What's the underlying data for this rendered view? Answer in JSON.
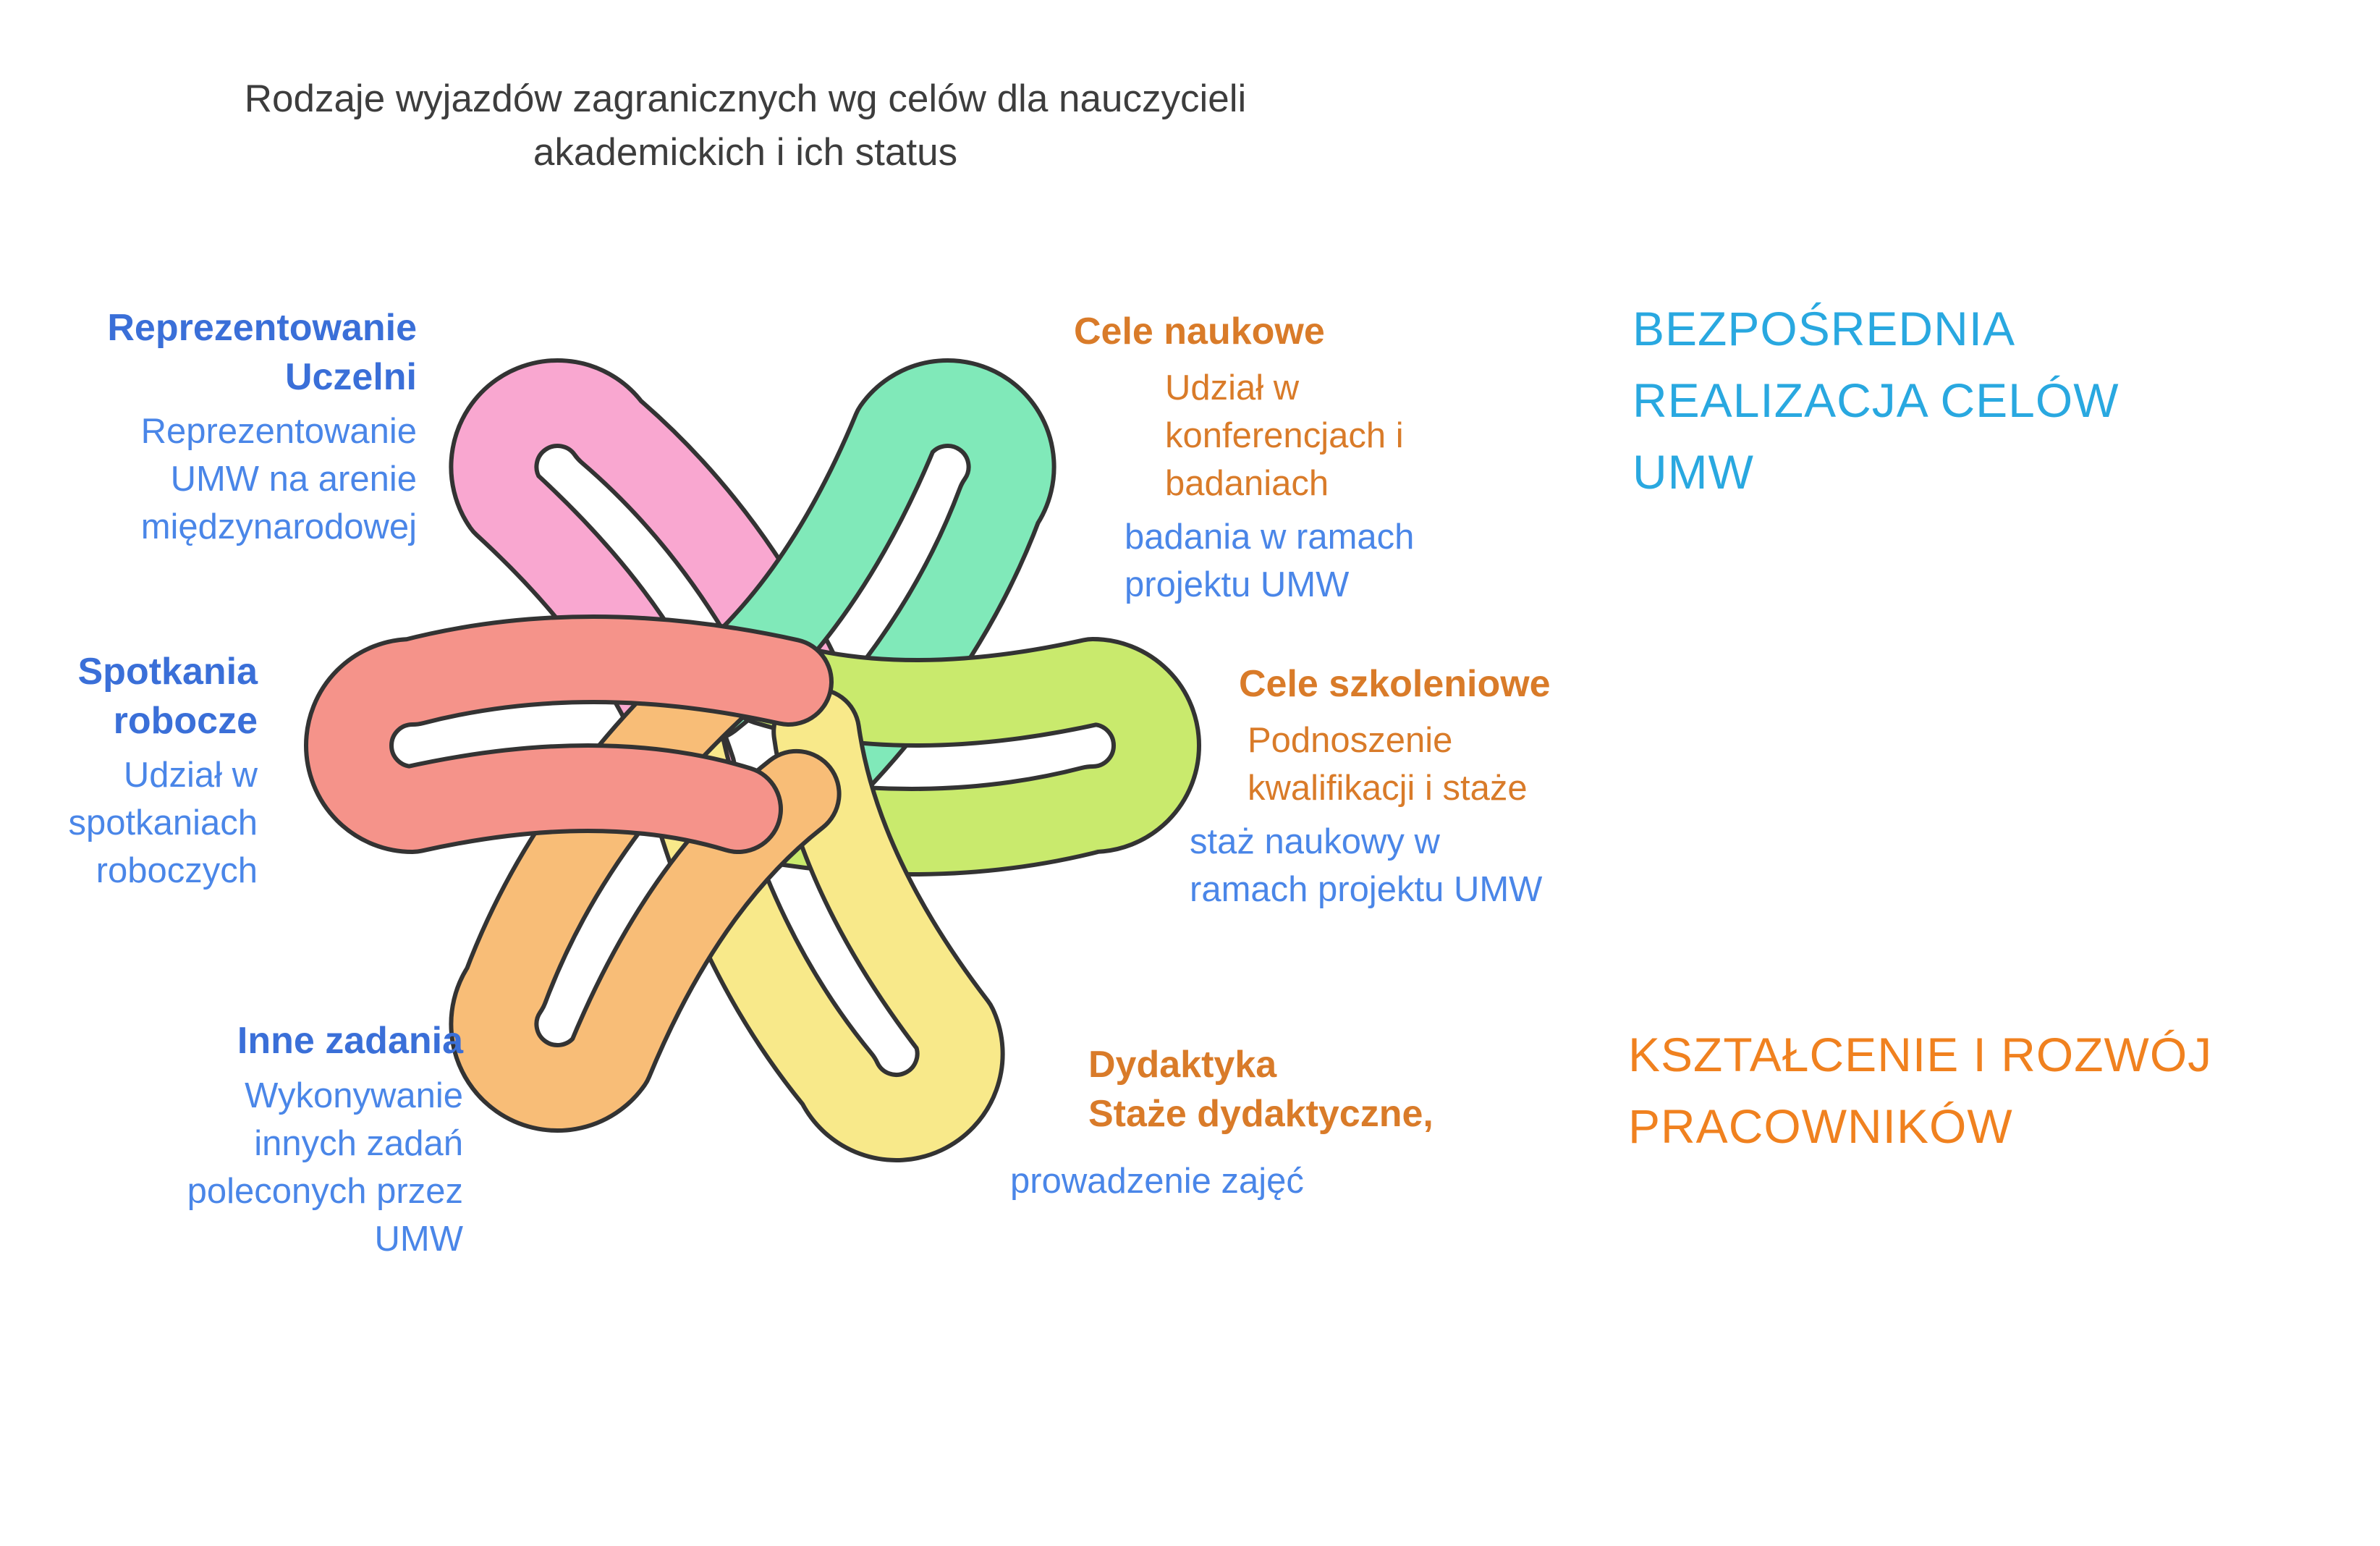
{
  "title": {
    "lines": [
      "Rodzaje wyjazdów zagranicznych wg celów dla nauczycieli",
      "akademickich i ich status"
    ]
  },
  "left_nodes": [
    {
      "heading_lines": [
        "Reprezentowanie",
        "Uczelni"
      ],
      "desc_lines": [
        "Reprezentowanie",
        "UMW na arenie",
        "międzynarodowej"
      ]
    },
    {
      "heading_lines": [
        "Spotkania",
        "robocze"
      ],
      "desc_lines": [
        "Udział w",
        "spotkaniach",
        "roboczych"
      ]
    },
    {
      "heading_lines": [
        "Inne zadania"
      ],
      "desc_lines": [
        "Wykonywanie",
        "innych zadań",
        "poleconych przez",
        "UMW"
      ]
    }
  ],
  "right_nodes": [
    {
      "heading_lines": [
        "Cele naukowe"
      ],
      "desc_orange_lines": [
        "Udział w",
        "konferencjach i",
        "badaniach"
      ],
      "desc_blue_lines": [
        "badania w ramach",
        "projektu UMW"
      ]
    },
    {
      "heading_lines": [
        "Cele szkoleniowe"
      ],
      "desc_orange_lines": [
        "Podnoszenie",
        "kwalifikacji i staże"
      ],
      "desc_blue_lines": [
        "staż naukowy w",
        "ramach projektu UMW"
      ]
    },
    {
      "heading_lines": [
        "Dydaktyka",
        "Staże dydaktyczne,"
      ],
      "desc_orange_lines": [],
      "desc_blue_lines": [
        "prowadzenie zajęć"
      ]
    }
  ],
  "category_labels": {
    "blue": {
      "lines": [
        "BEZPOŚREDNIA",
        "REALIZACJA CELÓW",
        "UMW"
      ]
    },
    "orange": {
      "lines": [
        "KSZTAŁCENIE I ROZWÓJ",
        "PRACOWNIKÓW"
      ]
    }
  },
  "colors": {
    "heading_blue": "#3a6fd8",
    "desc_blue": "#4a86e8",
    "heading_orange": "#d97b29",
    "category_blue": "#29a8e0",
    "category_orange": "#f0811f",
    "outline": "#333333"
  },
  "knot": {
    "petals": [
      {
        "name": "pink",
        "color": "#f9a7d0"
      },
      {
        "name": "mint",
        "color": "#80e9b9"
      },
      {
        "name": "lime",
        "color": "#c9ea6d"
      },
      {
        "name": "yellow",
        "color": "#f8e98a"
      },
      {
        "name": "orange",
        "color": "#f8bd77"
      },
      {
        "name": "salmon",
        "color": "#f5938a"
      }
    ]
  }
}
